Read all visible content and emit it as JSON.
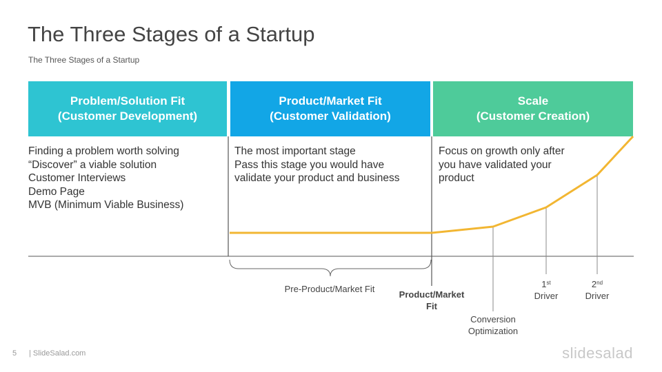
{
  "slide": {
    "title": "The Three Stages of a Startup",
    "subtitle": "The Three Stages of a Startup",
    "page_number": "5",
    "footer_brand": "| SlideSalad.com",
    "logo_text": "slidesalad"
  },
  "stages": [
    {
      "header_line1": "Problem/Solution Fit",
      "header_line2": "(Customer Development)",
      "color": "#2ec4d2",
      "bullets": [
        "Finding a problem worth solving",
        "“Discover” a viable solution",
        "Customer Interviews",
        "Demo Page",
        "MVB (Minimum Viable Business)"
      ]
    },
    {
      "header_line1": "Product/Market Fit",
      "header_line2": "(Customer Validation)",
      "color": "#12a6e6",
      "bullets": [
        "The most important stage",
        "Pass this stage you would have",
        "validate your product and business"
      ]
    },
    {
      "header_line1": "Scale",
      "header_line2": "(Customer Creation)",
      "color": "#4ecb9a",
      "bullets": [
        "Focus on growth only after",
        "you have validated your",
        "product"
      ]
    }
  ],
  "labels": {
    "pre_pmf": "Pre-Product/Market Fit",
    "pmf_line1": "Product/Market",
    "pmf_line2": "Fit",
    "conversion_line1": "Conversion",
    "conversion_line2": "Optimization",
    "driver1_num": "1",
    "driver1_sup": "st",
    "driver1_word": "Driver",
    "driver2_num": "2",
    "driver2_sup": "nd",
    "driver2_word": "Driver"
  },
  "colors": {
    "growth_curve": "#f2b632",
    "axis": "#555555",
    "divider": "#333333",
    "marker_line": "#888888"
  }
}
